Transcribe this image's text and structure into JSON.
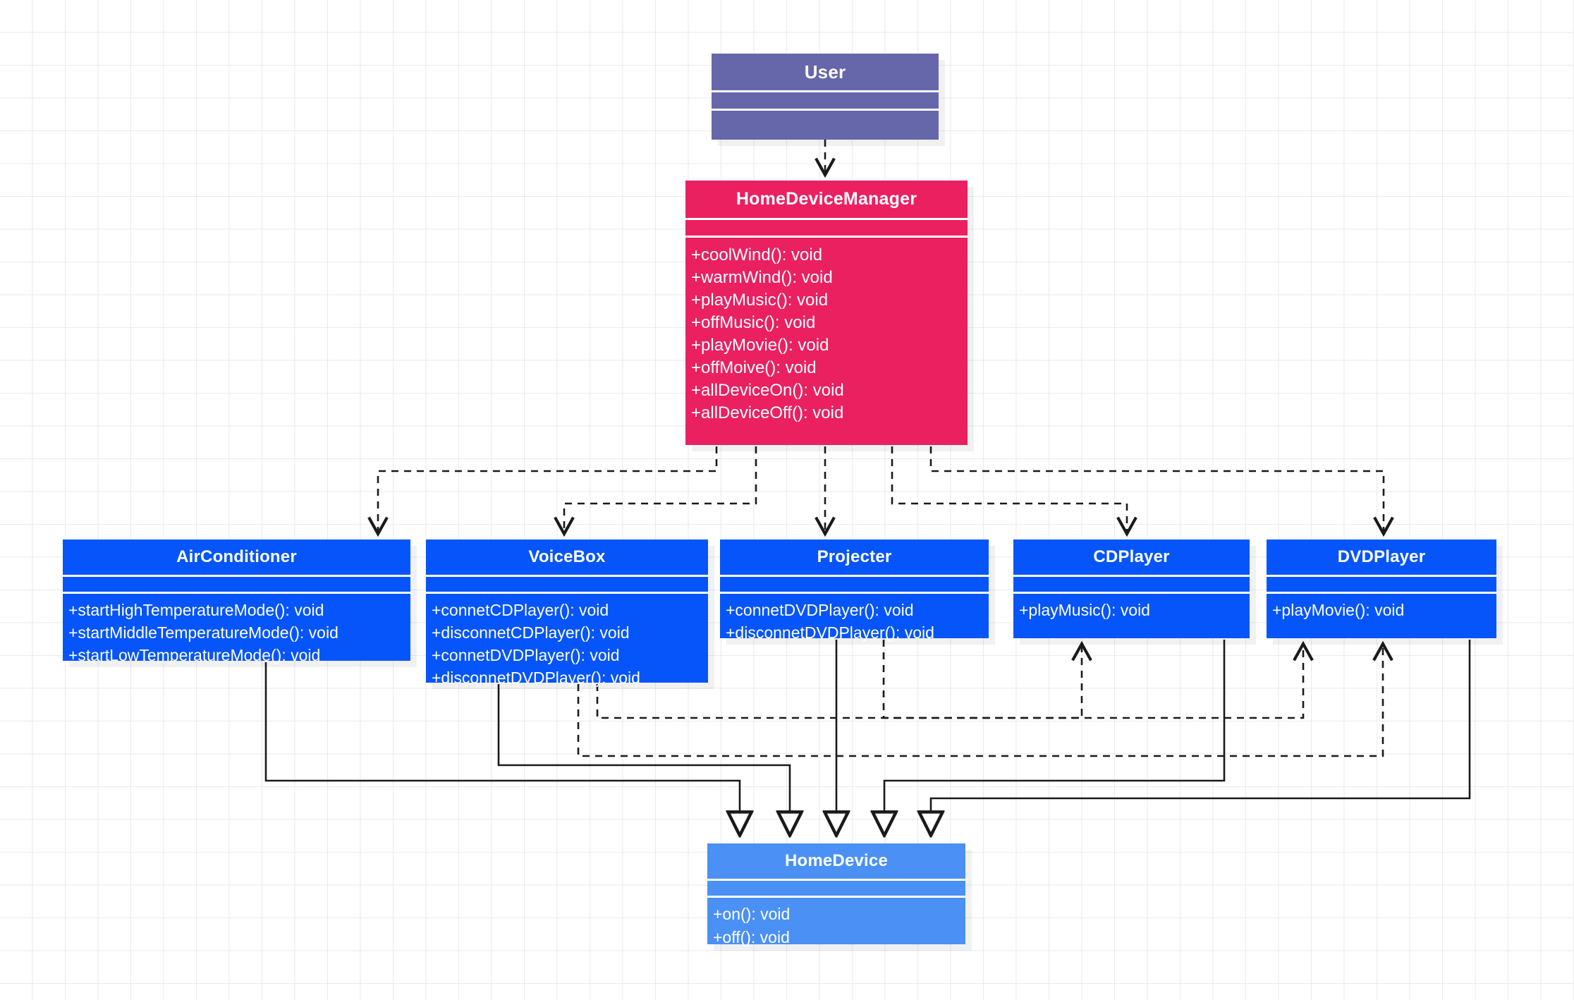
{
  "diagram": {
    "title": "Home Device Manager UML Class Diagram",
    "colors": {
      "user": "#6666ab",
      "manager": "#ea2060",
      "device": "#0555fa",
      "interface": "#4a90f5",
      "grid": "#eaeaea",
      "connector": "#1a1a1a"
    }
  },
  "classes": {
    "user": {
      "name": "User",
      "attributes": [],
      "operations": []
    },
    "manager": {
      "name": "HomeDeviceManager",
      "attributes": [],
      "operations": [
        "+coolWind(): void",
        "+warmWind(): void",
        "+playMusic(): void",
        "+offMusic(): void",
        "+playMovie(): void",
        "+offMoive(): void",
        "+allDeviceOn(): void",
        "+allDeviceOff(): void"
      ]
    },
    "airconditioner": {
      "name": "AirConditioner",
      "attributes": [],
      "operations": [
        "+startHighTemperatureMode(): void",
        "+startMiddleTemperatureMode(): void",
        "+startLowTemperatureMode(): void"
      ]
    },
    "voicebox": {
      "name": "VoiceBox",
      "attributes": [],
      "operations": [
        "+connetCDPlayer(): void",
        "+disconnetCDPlayer(): void",
        "+connetDVDPlayer(): void",
        "+disconnetDVDPlayer(): void"
      ]
    },
    "projecter": {
      "name": "Projecter",
      "attributes": [],
      "operations": [
        "+connetDVDPlayer(): void",
        "+disconnetDVDPlayer(): void"
      ]
    },
    "cdplayer": {
      "name": "CDPlayer",
      "attributes": [],
      "operations": [
        "+playMusic(): void"
      ]
    },
    "dvdplayer": {
      "name": "DVDPlayer",
      "attributes": [],
      "operations": [
        "+playMovie(): void"
      ]
    },
    "homedevice": {
      "name": "HomeDevice",
      "attributes": [],
      "operations": [
        "+on(): void",
        "+off(): void"
      ]
    }
  },
  "relationships": [
    {
      "type": "dependency",
      "from": "User",
      "to": "HomeDeviceManager"
    },
    {
      "type": "dependency",
      "from": "HomeDeviceManager",
      "to": "AirConditioner"
    },
    {
      "type": "dependency",
      "from": "HomeDeviceManager",
      "to": "VoiceBox"
    },
    {
      "type": "dependency",
      "from": "HomeDeviceManager",
      "to": "Projecter"
    },
    {
      "type": "dependency",
      "from": "HomeDeviceManager",
      "to": "CDPlayer"
    },
    {
      "type": "dependency",
      "from": "HomeDeviceManager",
      "to": "DVDPlayer"
    },
    {
      "type": "dependency",
      "from": "VoiceBox",
      "to": "CDPlayer"
    },
    {
      "type": "dependency",
      "from": "VoiceBox",
      "to": "DVDPlayer"
    },
    {
      "type": "dependency",
      "from": "Projecter",
      "to": "DVDPlayer"
    },
    {
      "type": "realization",
      "from": "AirConditioner",
      "to": "HomeDevice"
    },
    {
      "type": "realization",
      "from": "VoiceBox",
      "to": "HomeDevice"
    },
    {
      "type": "realization",
      "from": "Projecter",
      "to": "HomeDevice"
    },
    {
      "type": "realization",
      "from": "CDPlayer",
      "to": "HomeDevice"
    },
    {
      "type": "realization",
      "from": "DVDPlayer",
      "to": "HomeDevice"
    }
  ]
}
